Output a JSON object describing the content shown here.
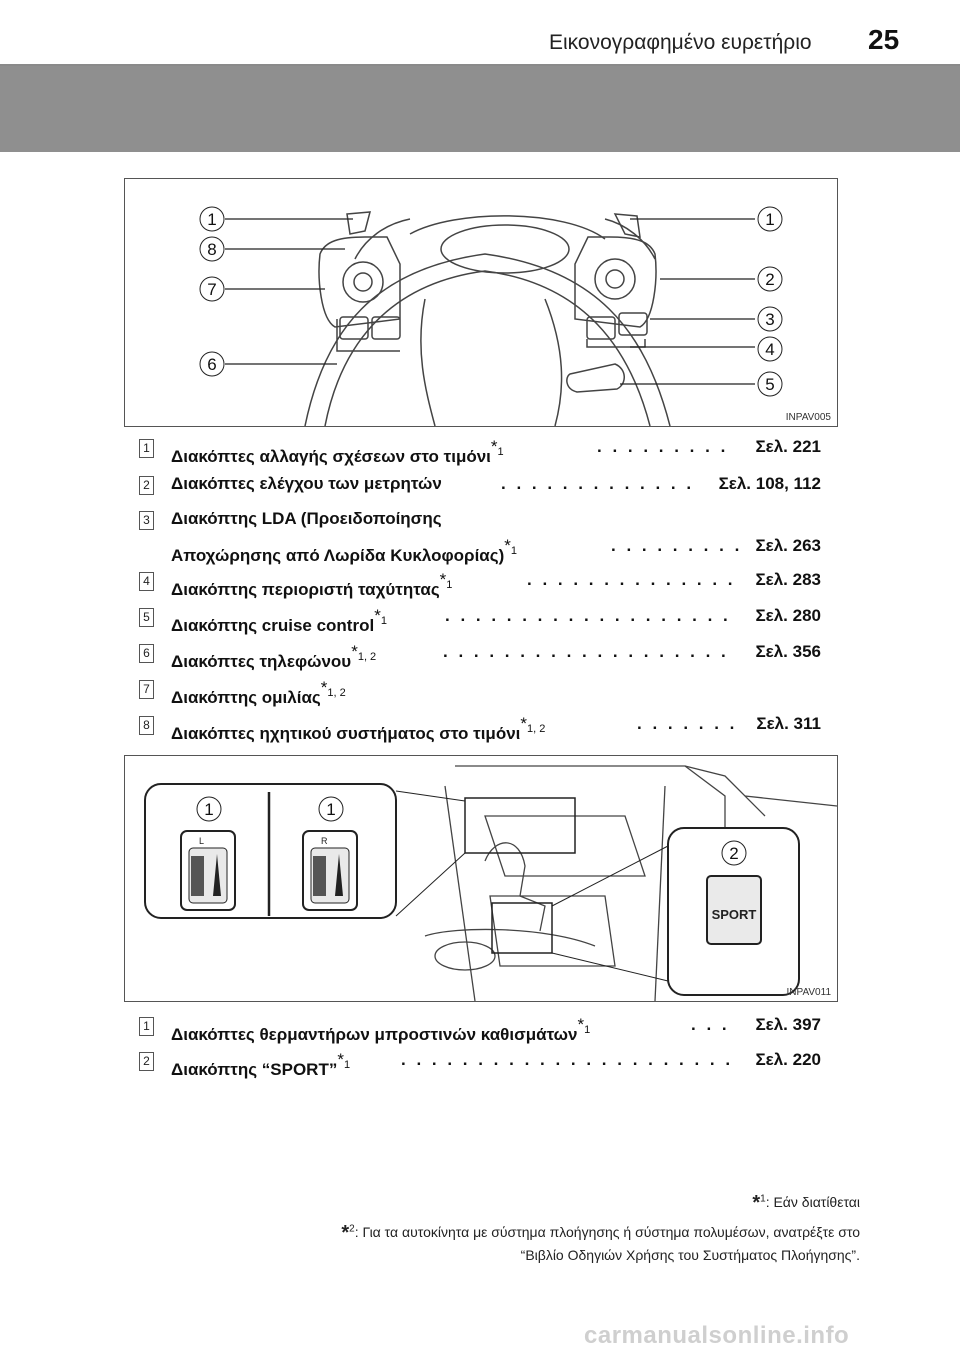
{
  "header": {
    "section_title": "Εικονογραφημένο ευρετήριο",
    "page_number": "25"
  },
  "figure1": {
    "code": "INPAV005",
    "callouts": [
      "1",
      "8",
      "7",
      "6",
      "1",
      "2",
      "3",
      "4",
      "5"
    ]
  },
  "list1": [
    {
      "num": "1",
      "text": "Διακόπτες αλλαγής σχέσεων στο τιμόνι",
      "star": "*",
      "sup": "1",
      "page": "Σελ. 221"
    },
    {
      "num": "2",
      "text": "Διακόπτες ελέγχου των μετρητών",
      "star": "",
      "sup": "",
      "page": "Σελ. 108, 112"
    },
    {
      "num": "3",
      "text": "Διακόπτης LDA (Προειδοποίησης",
      "text2": "Αποχώρησης από Λωρίδα Κυκλοφορίας)",
      "star": "*",
      "sup": "1",
      "page": "Σελ. 263"
    },
    {
      "num": "4",
      "text": "Διακόπτης περιοριστή ταχύτητας",
      "star": "*",
      "sup": "1",
      "page": "Σελ. 283"
    },
    {
      "num": "5",
      "text": "Διακόπτης cruise control",
      "star": "*",
      "sup": "1",
      "page": "Σελ. 280"
    },
    {
      "num": "6",
      "text": "Διακόπτες τηλεφώνου",
      "star": "*",
      "sup": "1, 2",
      "page": "Σελ. 356"
    },
    {
      "num": "7",
      "text": "Διακόπτης ομιλίας",
      "star": "*",
      "sup": "1, 2",
      "page": ""
    },
    {
      "num": "8",
      "text": "Διακόπτες ηχητικού συστήματος στο τιμόνι",
      "star": "*",
      "sup": "1, 2",
      "page": "Σελ. 311"
    }
  ],
  "figure2": {
    "code": "INPAV011",
    "callouts": [
      "1",
      "1",
      "2"
    ],
    "sport_label": "SPORT",
    "seat_left_mark": "L",
    "seat_right_mark": "R"
  },
  "list2": [
    {
      "num": "1",
      "text": "Διακόπτες θερμαντήρων μπροστινών καθισμάτων",
      "star": "*",
      "sup": "1",
      "page": "Σελ. 397"
    },
    {
      "num": "2",
      "text": "Διακόπτης “SPORT”",
      "star": "*",
      "sup": "1",
      "page": "Σελ. 220"
    }
  ],
  "footnotes": {
    "f1_star": "*",
    "f1_sup": "1",
    "f1_text": ": Εάν διατίθεται",
    "f2_star": "*",
    "f2_sup": "2",
    "f2_line1": ": Για τα αυτοκίνητα με σύστημα πλοήγησης ή σύστημα πολυμέσων, ανατρέξτε στο",
    "f2_line2": "“Βιβλίο Οδηγιών Χρήσης του Συστήματος Πλοήγησης”."
  },
  "watermark": "carmanualsonline.info",
  "colors": {
    "band": "#8f8f8f",
    "border": "#555555"
  }
}
